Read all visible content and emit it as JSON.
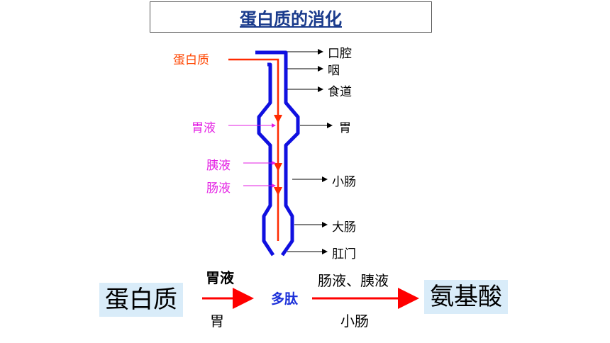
{
  "title": "蛋白质的消化",
  "tract": {
    "input_label": "蛋白质",
    "organs": [
      "口腔",
      "咽",
      "食道",
      "胃",
      "小肠",
      "大肠",
      "肛门"
    ],
    "juices": [
      "胃液",
      "胰液",
      "肠液"
    ]
  },
  "equation": {
    "reactant": "蛋白质",
    "step1_juice": "胃液",
    "step1_organ": "胃",
    "intermediate": "多肽",
    "step2_juice": "肠液、胰液",
    "step2_organ": "小肠",
    "product": "氨基酸"
  },
  "colors": {
    "tract_wall": "#1010e0",
    "protein_path": "#ff2a00",
    "juice_text": "#e31ee3",
    "title": "#1a3b8c",
    "box_bg": "#d9ecf9"
  }
}
